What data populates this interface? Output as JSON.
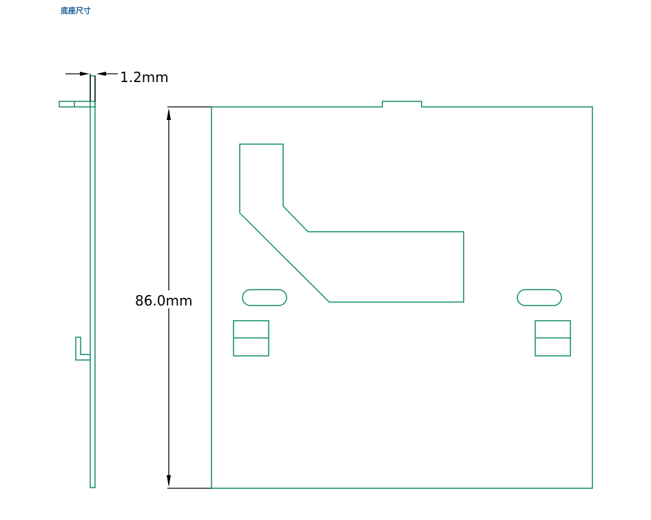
{
  "section_title": "底座尺寸",
  "dimensions": {
    "thickness_label": "1.2mm",
    "height_label": "86.0mm"
  },
  "colors": {
    "outline": "#118a6b",
    "dimension": "#000000",
    "title": "#1f5f9e"
  }
}
